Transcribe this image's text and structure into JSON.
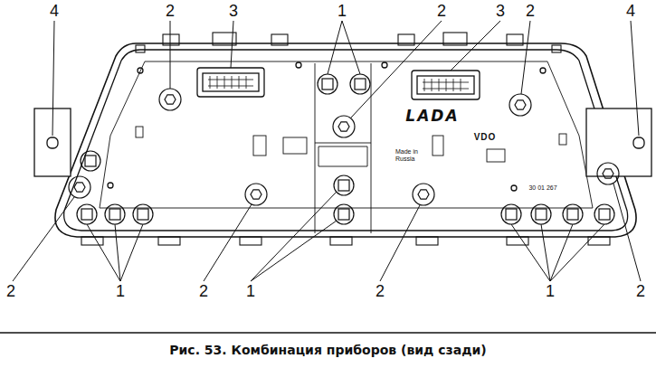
{
  "diagram": {
    "caption": "Рис. 53. Комбинация приборов (вид сзади)",
    "labels": [
      "4",
      "2",
      "3",
      "1",
      "2",
      "3",
      "2",
      "4",
      "2",
      "1",
      "2",
      "1",
      "2",
      "1",
      "2",
      "LADA",
      "VDO",
      "Made in Russia",
      "30 01 267"
    ]
  }
}
